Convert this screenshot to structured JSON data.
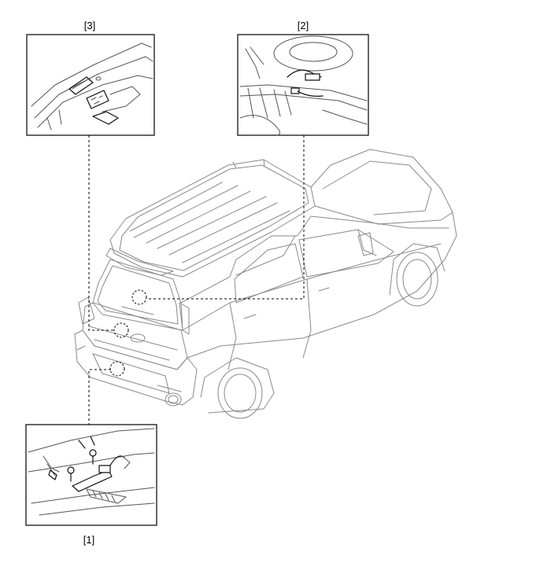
{
  "callouts": [
    {
      "id": "1",
      "label": "[1]"
    },
    {
      "id": "2",
      "label": "[2]"
    },
    {
      "id": "3",
      "label": "[3]"
    }
  ],
  "colors": {
    "ink": "#000000",
    "outline": "#8a8a8a",
    "background": "#ffffff"
  },
  "icons": [
    "vehicle-outline-icon",
    "connector-icon",
    "bolt-icon"
  ]
}
